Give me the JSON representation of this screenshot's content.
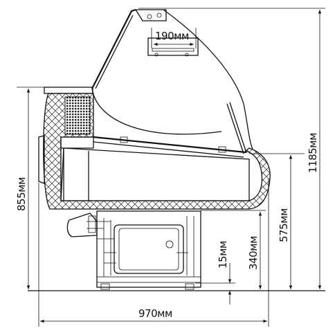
{
  "dimensions": {
    "top_width": "190мм",
    "total_height": "1185мм",
    "body_height": "855мм",
    "counter_height": "575мм",
    "base_height": "340мм",
    "leg_height": "15мм",
    "total_depth": "970мм"
  },
  "colors": {
    "line": "#111111",
    "background": "#ffffff"
  }
}
